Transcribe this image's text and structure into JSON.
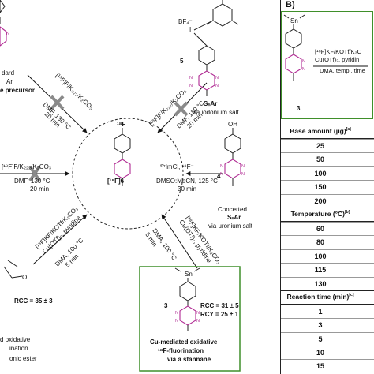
{
  "scheme": {
    "center": {
      "label": "[¹⁸F]6",
      "atom": "¹⁸F"
    },
    "routes": {
      "top_left": {
        "reagent_top": "[¹⁸F]F/K₂₂₂/K₂CO₃",
        "reagent_bottom_1": "DMF, 130 °C",
        "reagent_bottom_2": "20 min",
        "caption_1": "dard",
        "caption_2": "Ar",
        "caption_3": "e precursor"
      },
      "top_right": {
        "reagent_top": "[¹⁸F]F/K₂₂₂/K₂CO₃",
        "reagent_bottom_1": "DMF, 130 °C",
        "reagent_bottom_2": "20 min",
        "compound_number": "5",
        "counterion": "BF₄⁻",
        "caption_1": "SₙAr",
        "caption_2": "via iodonium salt"
      },
      "left": {
        "reagent_top": "[¹⁸F]F/K₂₂₂/K₂CO₃",
        "reagent_bottom_1": "DMF, 130 °C",
        "reagent_bottom_2": "20 min"
      },
      "right": {
        "reagent_top": "ⁱᴾʳImCl, ¹⁸F⁻",
        "reagent_bottom_1": "DMSO:MeCN, 125 °C",
        "reagent_bottom_2": "30 min",
        "compound_number": "4",
        "substituent": "OH",
        "caption_1": "Concerted",
        "caption_2": "SₙAr",
        "caption_3": "via uronium salt"
      },
      "bottom_left": {
        "reagent_top": "[¹⁸F]KF/KOTf/K₂CO₃",
        "reagent_top_2": "Cu(OTf)₂, pyridine",
        "reagent_bottom_1": "DMA, 100 °C",
        "reagent_bottom_2": "5 min",
        "rcc": "RCC = 35 ± 3",
        "caption_1": "d oxidative",
        "caption_2": "ination",
        "caption_3": "onic ester"
      },
      "bottom_right": {
        "reagent_top": "[¹⁸F]KF/KOTf/K₂CO₃",
        "reagent_top_2": "Cu(OTf)₂, pyridine",
        "reagent_bottom_1": "DMA, 100 °C",
        "reagent_bottom_2": "5 min",
        "compound_number": "3",
        "metal_group": "Sn",
        "rcc": "RCC = 31 ± 5",
        "rcy": "RCY = 25 ± 1",
        "caption_1": "Cu-mediated oxidative",
        "caption_2": "¹⁸F-fluorination",
        "caption_3": "via a stannane"
      }
    },
    "colors": {
      "tetrazine": "#b02a93",
      "highlight_box": "#3f8f2a",
      "blocked": "#8a8a8a"
    }
  },
  "panel_b": {
    "label": "B)",
    "compound_number": "3",
    "metal_group": "Sn",
    "conditions_1": "[¹⁸F]KF/KOTf/K₂C",
    "conditions_2": "Cu(OTf)₂, pyridin",
    "conditions_3": "DMA, temp., time",
    "table": {
      "sections": [
        {
          "header": "Base amount (µg)",
          "sup": "[a]",
          "rows": [
            "25",
            "50",
            "100",
            "150",
            "200"
          ]
        },
        {
          "header": "Temperature (°C)",
          "sup": "[b]",
          "rows": [
            "60",
            "80",
            "100",
            "115",
            "130"
          ]
        },
        {
          "header": "Reaction time (min)",
          "sup": "[c]",
          "rows": [
            "1",
            "3",
            "5",
            "10",
            "15"
          ]
        }
      ]
    }
  }
}
